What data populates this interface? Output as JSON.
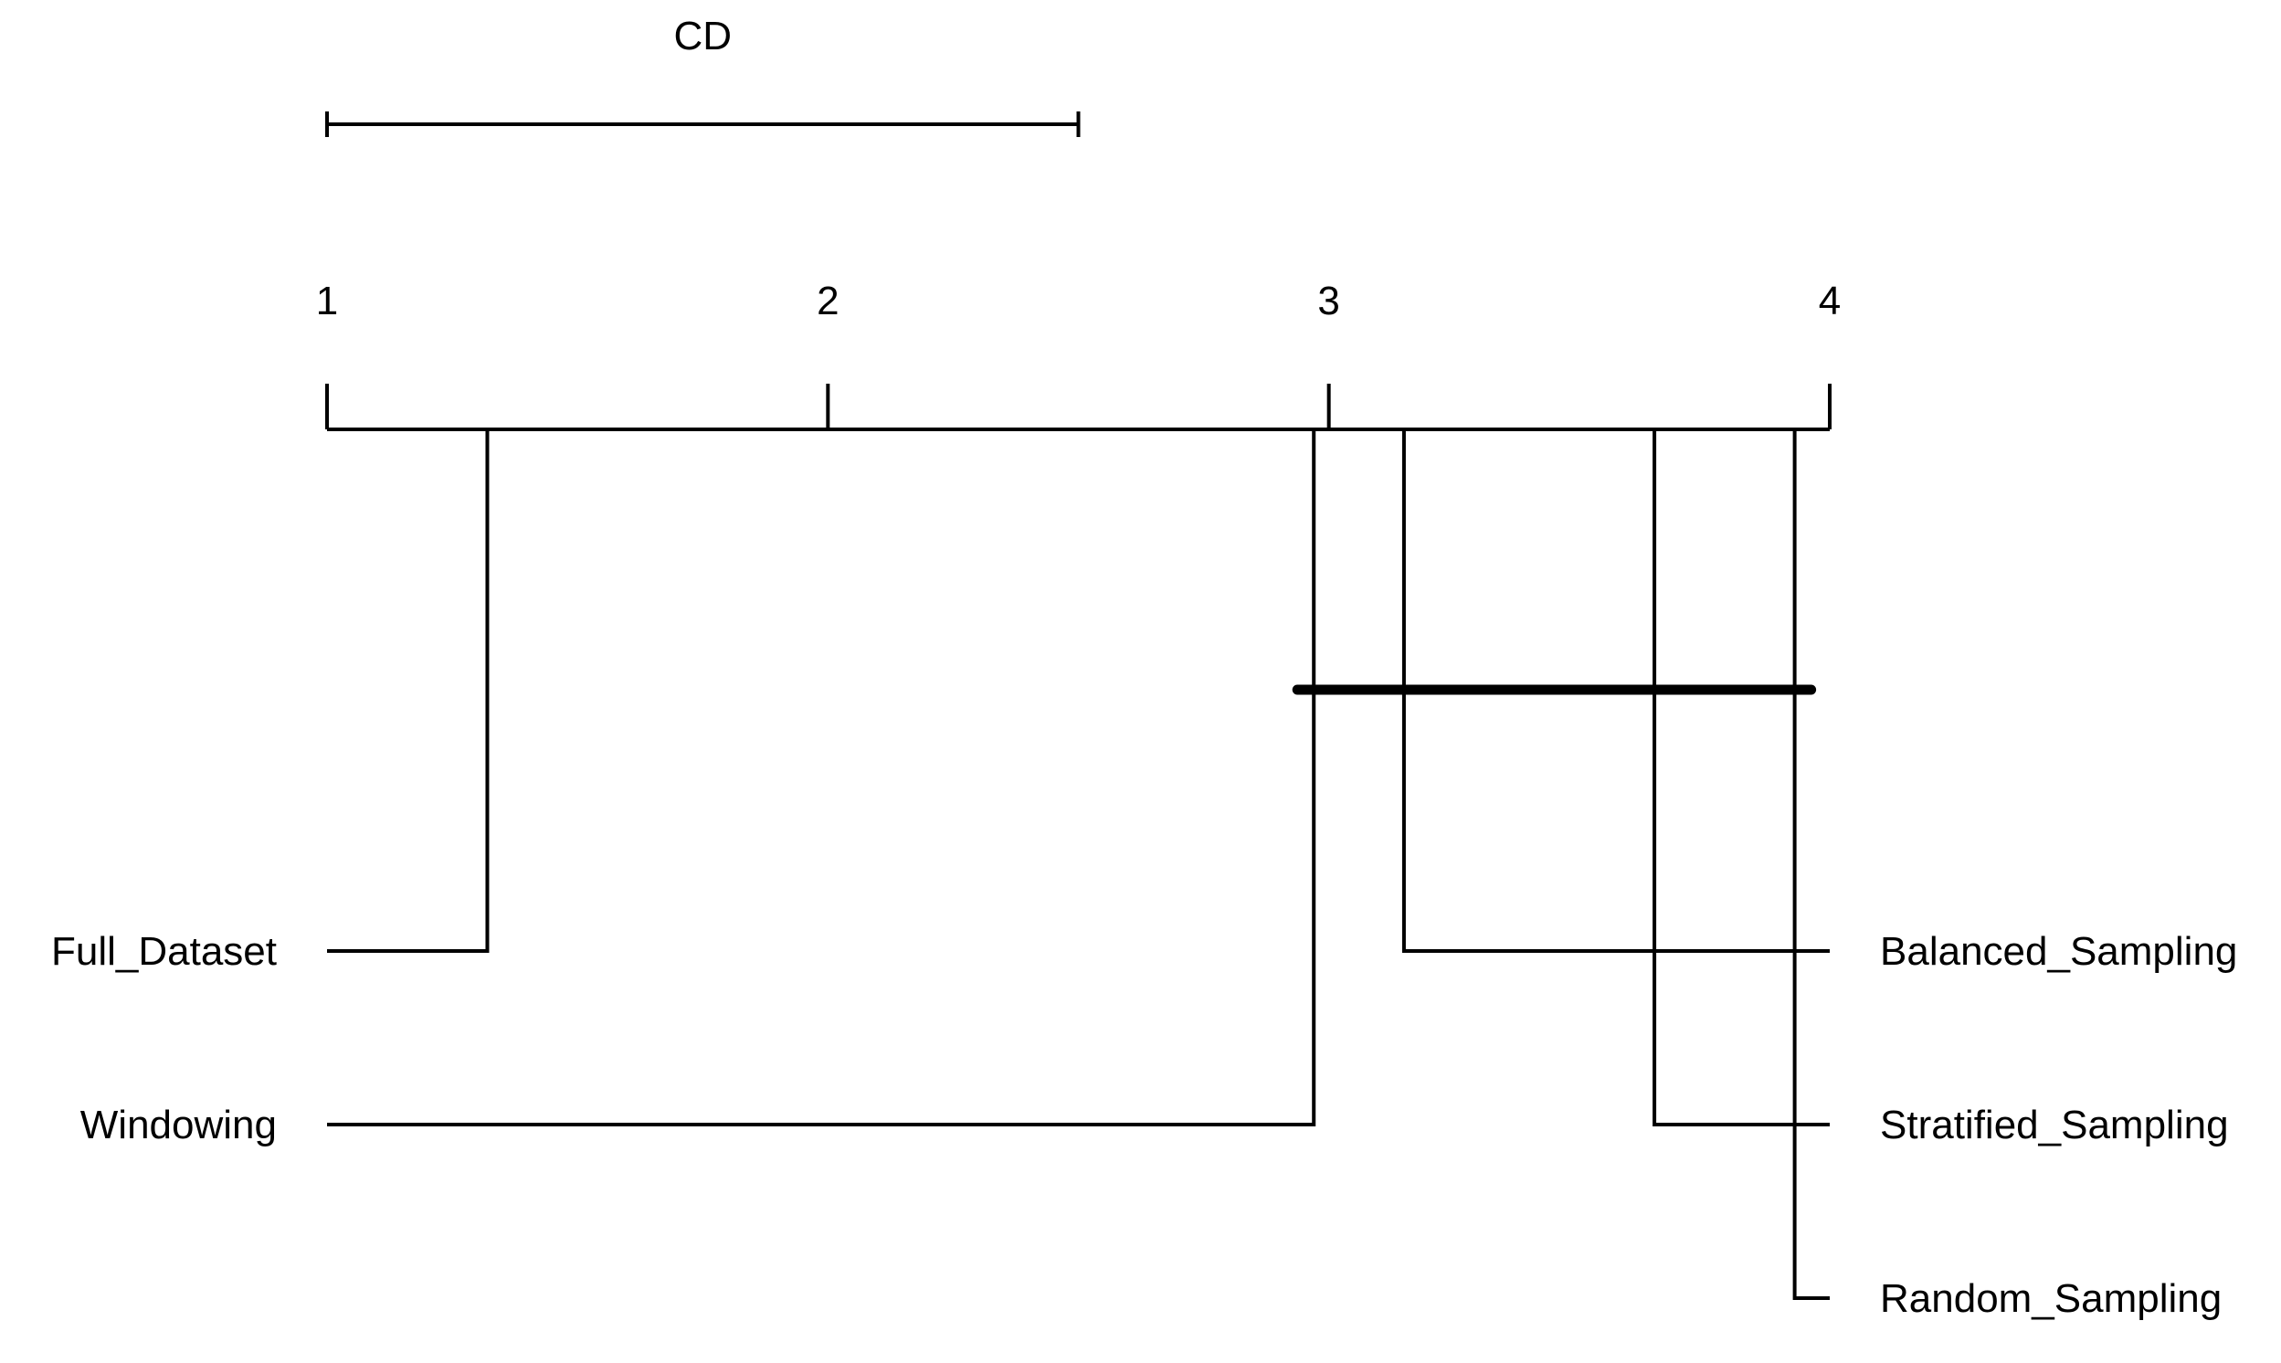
{
  "chart_data": {
    "type": "critical-difference-diagram",
    "cd_label": "CD",
    "cd_value": 1.5,
    "axis": {
      "min": 1,
      "max": 4,
      "ticks": [
        1,
        2,
        3,
        4
      ],
      "tick_labels": [
        "1",
        "2",
        "3",
        "4"
      ]
    },
    "methods": [
      {
        "name": "Full_Dataset",
        "rank": 1.32,
        "side": "left"
      },
      {
        "name": "Windowing",
        "rank": 2.97,
        "side": "left"
      },
      {
        "name": "Balanced_Sampling",
        "rank": 3.15,
        "side": "right"
      },
      {
        "name": "Stratified_Sampling",
        "rank": 3.65,
        "side": "right"
      },
      {
        "name": "Random_Sampling",
        "rank": 3.93,
        "side": "right"
      }
    ],
    "groups": [
      {
        "from": 2.97,
        "to": 3.93
      }
    ]
  }
}
